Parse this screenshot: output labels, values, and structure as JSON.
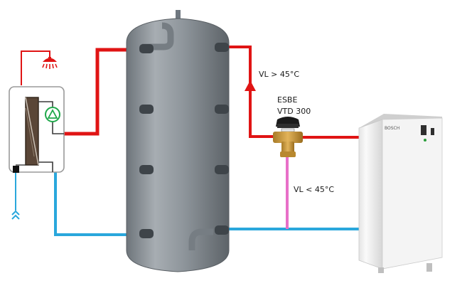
{
  "labels": {
    "vl_high": "VL > 45°C",
    "valve_brand": "ESBE",
    "valve_model": "VTD 300",
    "vl_low": "VL < 45°C",
    "heat_pump_logo": "BOSCH"
  },
  "colors": {
    "hot_pipe": "#e01414",
    "cold_pipe": "#2aa7dc",
    "mix_pipe": "#e870c8",
    "tank": "#8c9399",
    "heat_pump": "#f1f1f1"
  },
  "icons": {
    "shower": "shower-icon",
    "pump": "circulation-pump-icon",
    "cold_inlet": "cold-water-inlet-icon",
    "flow_arrow": "flow-arrow-icon"
  }
}
